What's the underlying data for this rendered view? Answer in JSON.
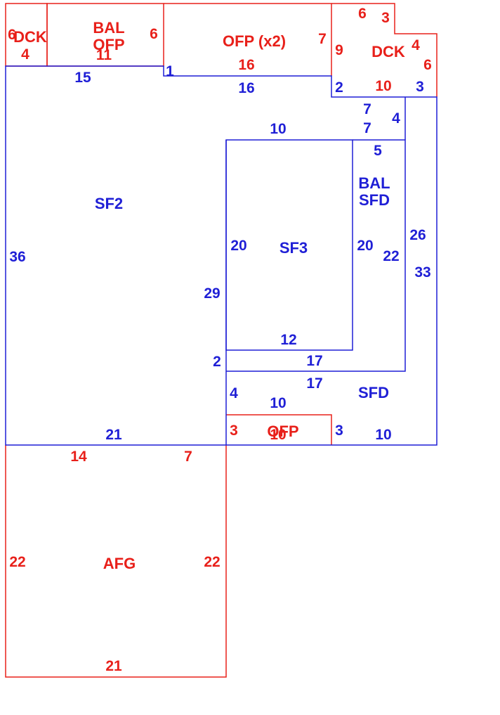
{
  "colors": {
    "red": "#e8201a",
    "blue": "#1f1fd6"
  },
  "areas": {
    "dck_left": "DCK",
    "bal_ofp": [
      "BAL",
      "OFP"
    ],
    "ofp_x2": "OFP (x2)",
    "dck_right": "DCK",
    "sf2": "SF2",
    "sf3": "SF3",
    "bal_sfd": [
      "BAL",
      "SFD"
    ],
    "sfd": "SFD",
    "ofp_bottom": "OFP",
    "afg": "AFG"
  },
  "red_dims": {
    "dck_left_left": "6",
    "dck_left_bottom": "4",
    "bal_ofp_bottom": "11",
    "bal_ofp_right": "6",
    "ofp_x2_right": "7",
    "ofp_x2_bottom": "16",
    "dck_r_top": "6",
    "dck_r_step": "3",
    "dck_r_left": "9",
    "dck_r_step_v": "4",
    "dck_r_right": "6",
    "dck_r_bottom": "10",
    "ofp_b_left": "3",
    "ofp_b_bottom": "10",
    "afg_top_left": "14",
    "afg_top_right": "7",
    "afg_left": "22",
    "afg_right": "22",
    "afg_bottom": "21"
  },
  "blue_dims": {
    "sf2_top": "15",
    "sf2_step": "1",
    "sf2_top_right": "16",
    "dck_r_under_left": "2",
    "dck_r_under_right": "3",
    "corr_top_7a": "7",
    "corr_top_7b": "7",
    "corr_4": "4",
    "sf3_top": "10",
    "bal_sfd_top": "5",
    "sf3_left": "20",
    "sf3_right": "20",
    "bal_sfd_right": "22",
    "sfd_outer_26": "26",
    "sfd_outer_33": "33",
    "sf2_left": "36",
    "sf2_right": "29",
    "sf3_bottom": "12",
    "step_2": "2",
    "strip_17a": "17",
    "strip_17b": "17",
    "sfd_4": "4",
    "sfd_10": "10",
    "sfd_3": "3",
    "sfd_bottom": "10",
    "sf2_bottom": "21"
  }
}
